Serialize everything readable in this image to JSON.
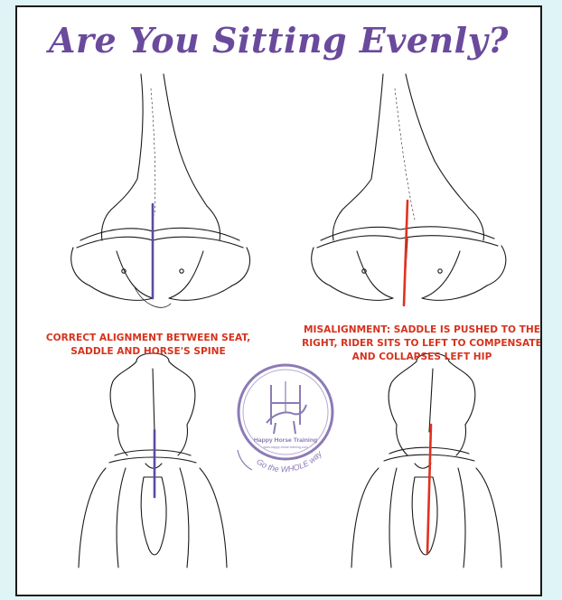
{
  "title": "Are You Sitting Evenly?",
  "captions": {
    "correct": [
      "CORRECT ALIGNMENT BETWEEN SEAT,",
      "SADDLE AND HORSE'S SPINE"
    ],
    "misaligned": [
      "MISALIGNMENT: SADDLE IS PUSHED TO THE",
      "RIGHT, RIDER SITS TO LEFT TO COMPENSATE",
      "AND COLLAPSES LEFT HIP"
    ]
  },
  "logo": {
    "brand": "Happy Horse Training",
    "url": "www.happy-horse-training.com",
    "slogan": "Go the WHOLE way!"
  },
  "colors": {
    "title": "#6a4a9c",
    "caption": "#d6331d",
    "correct_line": "#5b4aa8",
    "misaligned_line": "#e0321f",
    "logo": "#8c7bb5"
  }
}
